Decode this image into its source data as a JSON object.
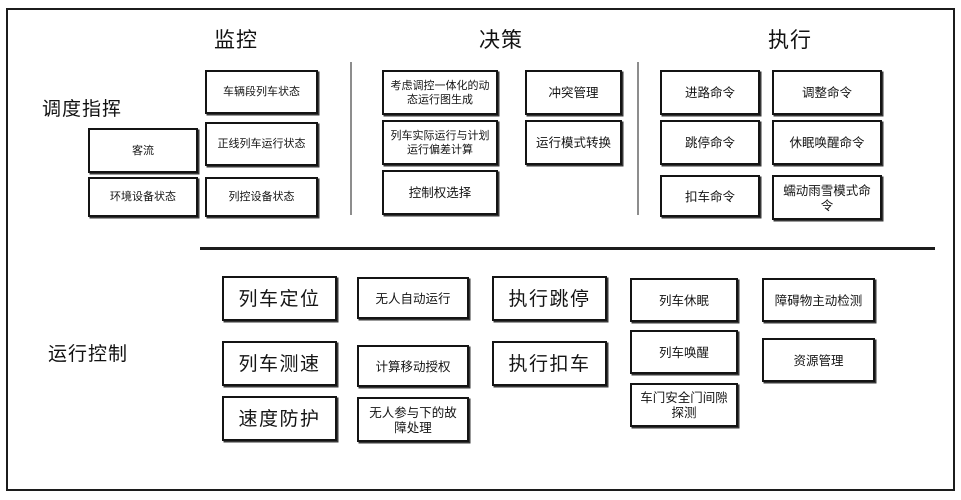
{
  "diagram": {
    "section_headings": [
      {
        "label": "监控"
      },
      {
        "label": "决策"
      },
      {
        "label": "执行"
      }
    ],
    "rows": [
      {
        "label": "调度指挥"
      },
      {
        "label": "运行控制"
      }
    ],
    "monitoring_group": {
      "left_column": [
        {
          "label": "客流"
        },
        {
          "label": "环境设备状态"
        }
      ],
      "right_column": [
        {
          "label": "车辆段列车状态"
        },
        {
          "label": "正线列车运行状态"
        },
        {
          "label": "列控设备状态"
        }
      ]
    },
    "decision_group": {
      "left_column": [
        {
          "label": "考虑调控一体化的动态运行图生成"
        },
        {
          "label": "列车实际运行与计划运行偏差计算"
        },
        {
          "label": "控制权选择"
        }
      ],
      "right_column": [
        {
          "label": "冲突管理"
        },
        {
          "label": "运行模式转换"
        }
      ]
    },
    "execution_group": {
      "left_column": [
        {
          "label": "进路命令"
        },
        {
          "label": "跳停命令"
        },
        {
          "label": "扣车命令"
        }
      ],
      "right_column": [
        {
          "label": "调整命令"
        },
        {
          "label": "休眠唤醒命令"
        },
        {
          "label": "蠕动雨雪模式命令"
        }
      ]
    },
    "operation_control": {
      "column_1": [
        {
          "label": "列车定位"
        },
        {
          "label": "列车测速"
        },
        {
          "label": "速度防护"
        }
      ],
      "column_2": [
        {
          "label": "无人自动运行"
        },
        {
          "label": "计算移动授权"
        },
        {
          "label": "无人参与下的故障处理"
        }
      ],
      "column_3": [
        {
          "label": "执行跳停"
        },
        {
          "label": "执行扣车"
        }
      ],
      "column_4": [
        {
          "label": "列车休眠"
        },
        {
          "label": "列车唤醒"
        },
        {
          "label": "车门安全门间隙探测"
        }
      ],
      "column_5": [
        {
          "label": "障碍物主动检测"
        },
        {
          "label": "资源管理"
        }
      ]
    },
    "colors": {
      "box_border": "#141414",
      "background": "#ffffff",
      "text": "#141414",
      "separator": "#8d8d8d",
      "divider": "#1c1c1c"
    }
  }
}
